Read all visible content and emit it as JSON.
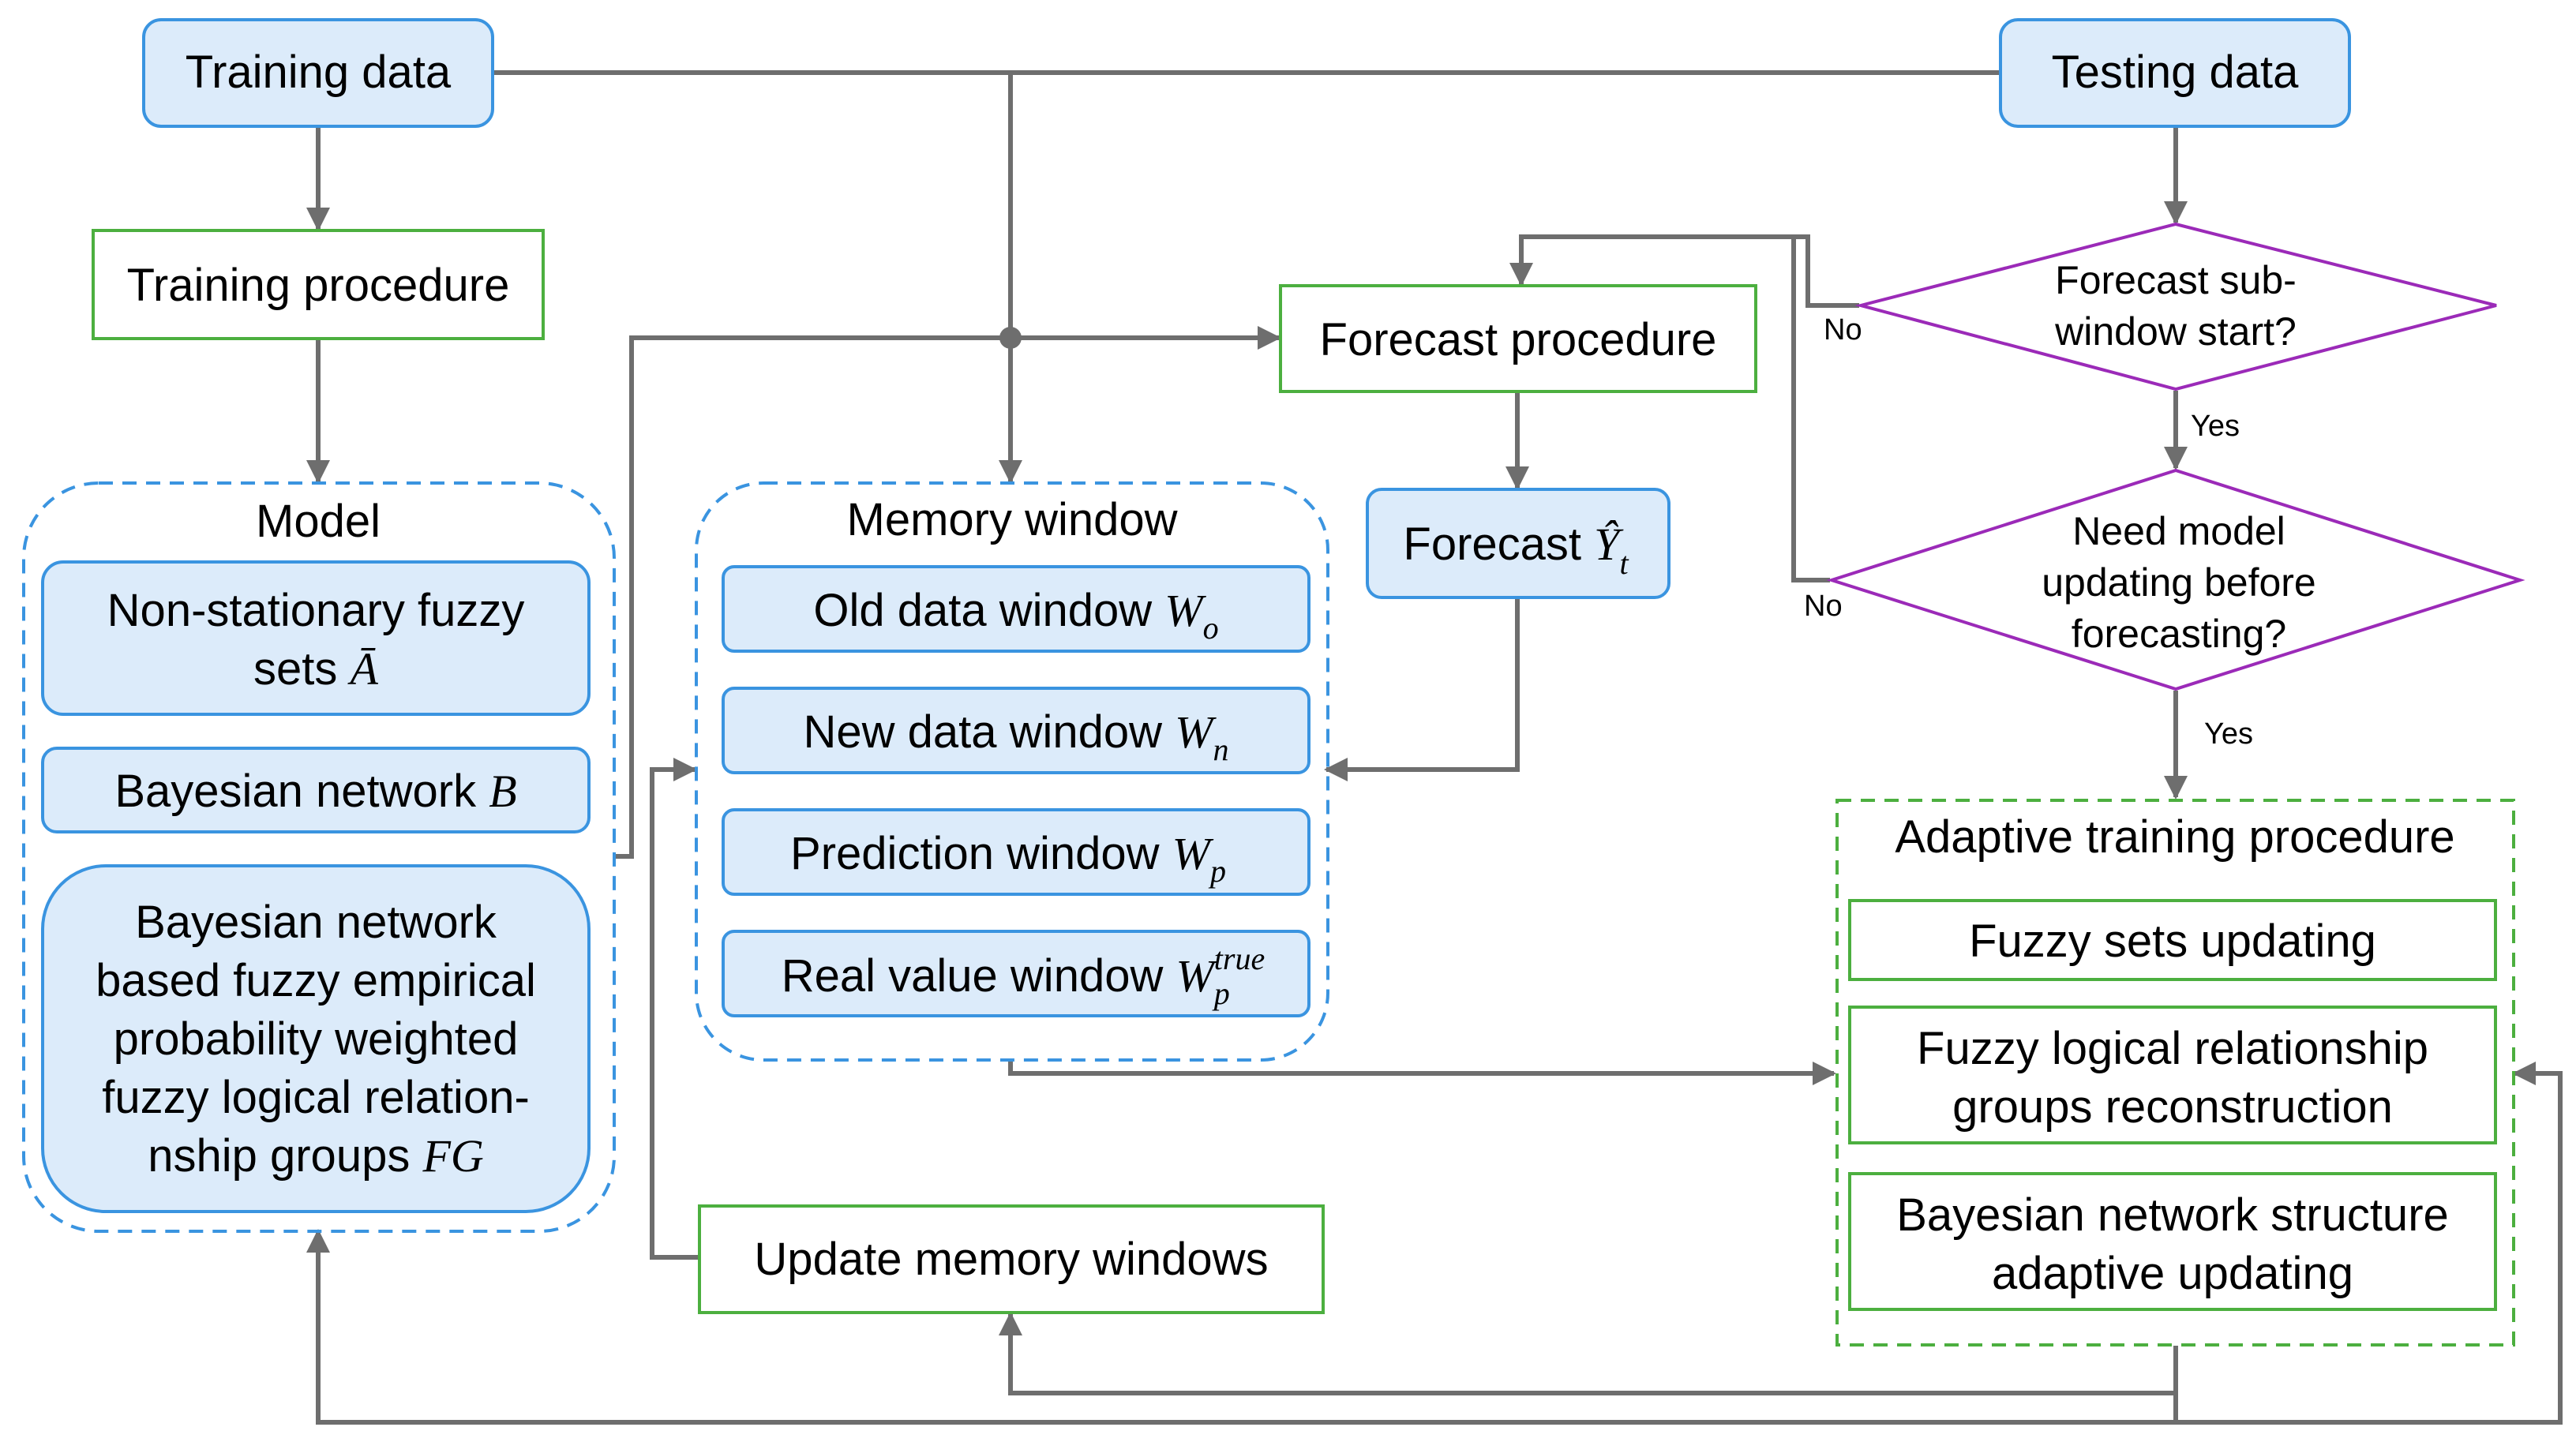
{
  "colors": {
    "blue_fill": "#dcebfa",
    "blue_stroke": "#3a94e0",
    "green_stroke": "#4caf3f",
    "purple_stroke": "#9b2ab8",
    "arrow": "#6e6e6e"
  },
  "training_data": "Training data",
  "testing_data": "Testing data",
  "training_procedure": "Training procedure",
  "forecast_procedure": "Forecast procedure",
  "forecast_result": {
    "text": "Forecast ",
    "symbol": "Ŷ",
    "subscript": "t"
  },
  "model": {
    "title": "Model",
    "fuzzy_sets": {
      "line1": "Non-stationary fuzzy",
      "line2": "sets ",
      "symbol": "Ā"
    },
    "bayesian_network": {
      "text": "Bayesian network ",
      "symbol": "B"
    },
    "fg": {
      "line1": "Bayesian network",
      "line2": "based fuzzy empirical",
      "line3": "probability weighted",
      "line4": "fuzzy logical relation-",
      "line5": "nship groups ",
      "symbol": "FG"
    }
  },
  "memory_window": {
    "title": "Memory window",
    "old": {
      "text": "Old data window ",
      "symbol": "W",
      "sub": "o"
    },
    "new": {
      "text": "New data window ",
      "symbol": "W",
      "sub": "n"
    },
    "prediction": {
      "text": "Prediction window ",
      "symbol": "W",
      "sub": "p"
    },
    "real": {
      "text": "Real value window ",
      "symbol": "W",
      "sub": "p",
      "sup": "true"
    }
  },
  "update_memory": "Update memory windows",
  "decision1": {
    "line1": "Forecast sub-",
    "line2": "window start?"
  },
  "decision2": {
    "line1": "Need model",
    "line2": "updating before",
    "line3": "forecasting?"
  },
  "labels": {
    "yes1": "Yes",
    "yes2": "Yes",
    "no1": "No",
    "no2": "No"
  },
  "adaptive": {
    "title": "Adaptive training procedure",
    "fuzzy_sets_updating": "Fuzzy sets updating",
    "flrg": {
      "line1": "Fuzzy logical relationship",
      "line2": "groups reconstruction"
    },
    "bn_structure": {
      "line1": "Bayesian network structure",
      "line2": "adaptive updating"
    }
  }
}
